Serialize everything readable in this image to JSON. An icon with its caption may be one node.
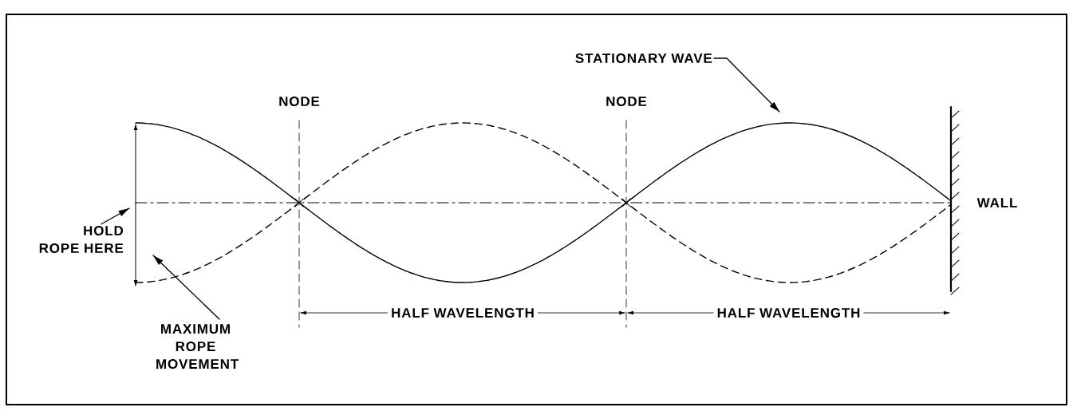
{
  "diagram": {
    "nodes": [
      {
        "text": [
          "HOLD ROPE HERE"
        ]
      },
      {
        "text": [
          "MAXIMUM ROPE MOVEMENT"
        ]
      },
      {
        "text": [
          "STATIONARY WAVE"
        ]
      }
    ],
    "edges": [
      {
        "from": 0,
        "to": null,
        "arrow": "to"
      },
      {
        "from": 1,
        "to": null,
        "arrow": "to"
      },
      {
        "from": 2,
        "to": null,
        "arrow": "to"
      }
    ],
    "labels": [
      "NODE",
      "NODE",
      "WALL",
      "HALF WAVELENGTH",
      "HALF WAVELENGTH"
    ]
  }
}
